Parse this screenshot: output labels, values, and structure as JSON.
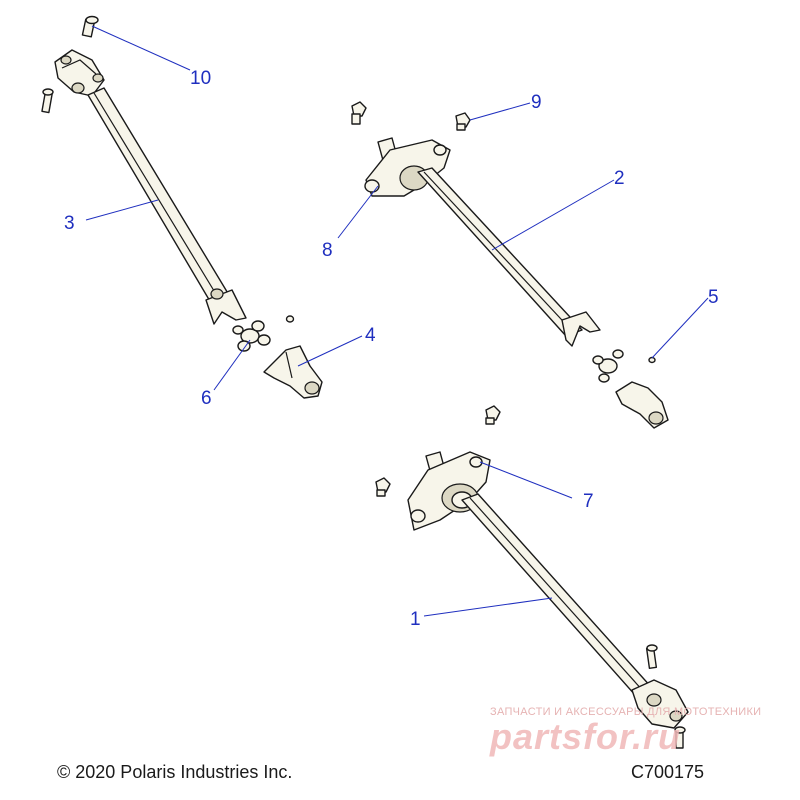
{
  "callouts": {
    "c1": "1",
    "c2": "2",
    "c3": "3",
    "c4": "4",
    "c5": "5",
    "c6": "6",
    "c7": "7",
    "c8": "8",
    "c9": "9",
    "c10": "10"
  },
  "footer": {
    "copyright": "© 2020 Polaris Industries Inc.",
    "figure_code": "C700175"
  },
  "watermark": {
    "tagline": "ЗАПЧАСТИ И АКСЕССУАРЫ ДЛЯ МОТОТЕХНИКИ",
    "logo": "partsfor.ru"
  },
  "colors": {
    "callout": "#1f2fbf",
    "line": "#1a1a1a",
    "part_fill": "#f7f5ea",
    "watermark": "#f0b8b8"
  }
}
